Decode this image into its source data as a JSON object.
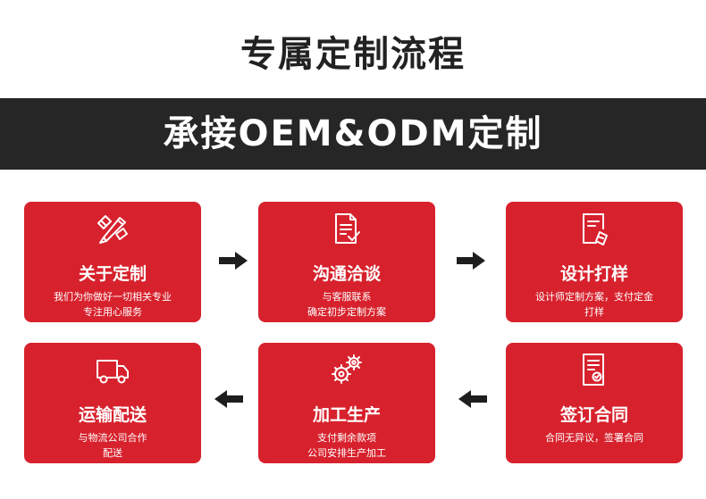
{
  "heading": "专属定制流程",
  "banner": "承接OEM&ODM定制",
  "steps": [
    {
      "icon": "pencil-eraser-icon",
      "title": "关于定制",
      "desc": [
        "我们为你做好一切相关专业",
        "专注用心服务"
      ]
    },
    {
      "icon": "document-check-icon",
      "title": "沟通洽谈",
      "desc": [
        "与客服联系",
        "确定初步定制方案"
      ]
    },
    {
      "icon": "design-document-icon",
      "title": "设计打样",
      "desc": [
        "设计师定制方案，支付定金",
        "打样"
      ]
    },
    {
      "icon": "contract-icon",
      "title": "签订合同",
      "desc": [
        "合同无异议，签署合同"
      ]
    },
    {
      "icon": "gears-icon",
      "title": "加工生产",
      "desc": [
        "支付剩余款项",
        "公司安排生产加工"
      ]
    },
    {
      "icon": "truck-icon",
      "title": "运输配送",
      "desc": [
        "与物流公司合作",
        "配送"
      ]
    }
  ],
  "colors": {
    "card": "#d7222d",
    "banner": "#262626",
    "arrow": "#1e1e1e"
  }
}
